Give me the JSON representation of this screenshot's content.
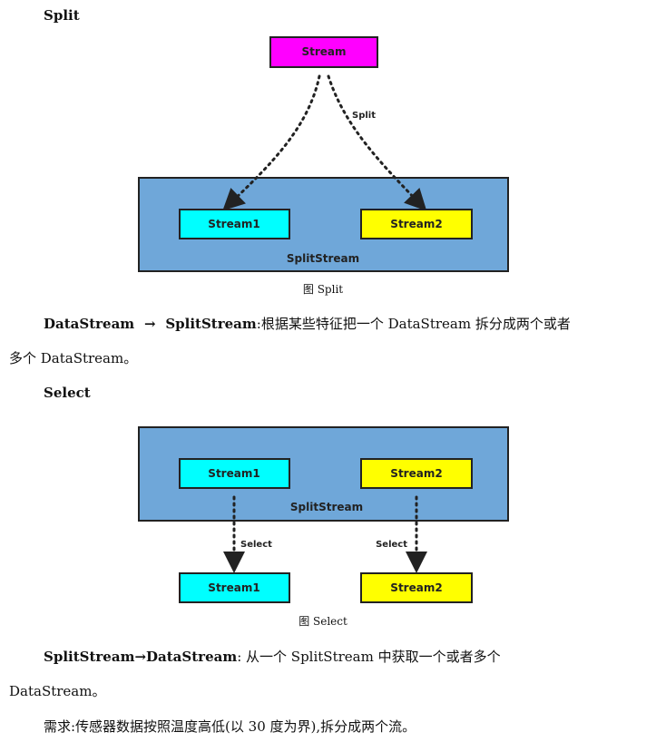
{
  "split_section": {
    "heading": "Split",
    "diagram": {
      "source": "Stream",
      "arrow_label": "Split",
      "container": "SplitStream",
      "outputs": [
        "Stream1",
        "Stream2"
      ]
    },
    "caption": "图 Split",
    "desc_term1": "DataStream",
    "desc_arrow": "→",
    "desc_term2": "SplitStream",
    "desc_text_line1": ":根据某些特征把一个 DataStream 拆分成两个或者",
    "desc_text_line2": "多个 DataStream。"
  },
  "select_section": {
    "heading": "Select",
    "diagram": {
      "container": "SplitStream",
      "inner": [
        "Stream1",
        "Stream2"
      ],
      "arrow_label": "Select",
      "outputs": [
        "Stream1",
        "Stream2"
      ]
    },
    "caption": "图 Select",
    "desc_term1": "SplitStream",
    "desc_arrow": "→",
    "desc_term2": "DataStream",
    "desc_text_line1": ":  从一个 SplitStream 中获取一个或者多个",
    "desc_text_line2": "DataStream。"
  },
  "requirement": "需求:传感器数据按照温度高低(以 30 度为界),拆分成两个流。",
  "colors": {
    "source_box": "#ff00ff",
    "container": "#6fa7d9",
    "stream1": "#00ffff",
    "stream2": "#ffff00",
    "stroke": "#222222"
  }
}
